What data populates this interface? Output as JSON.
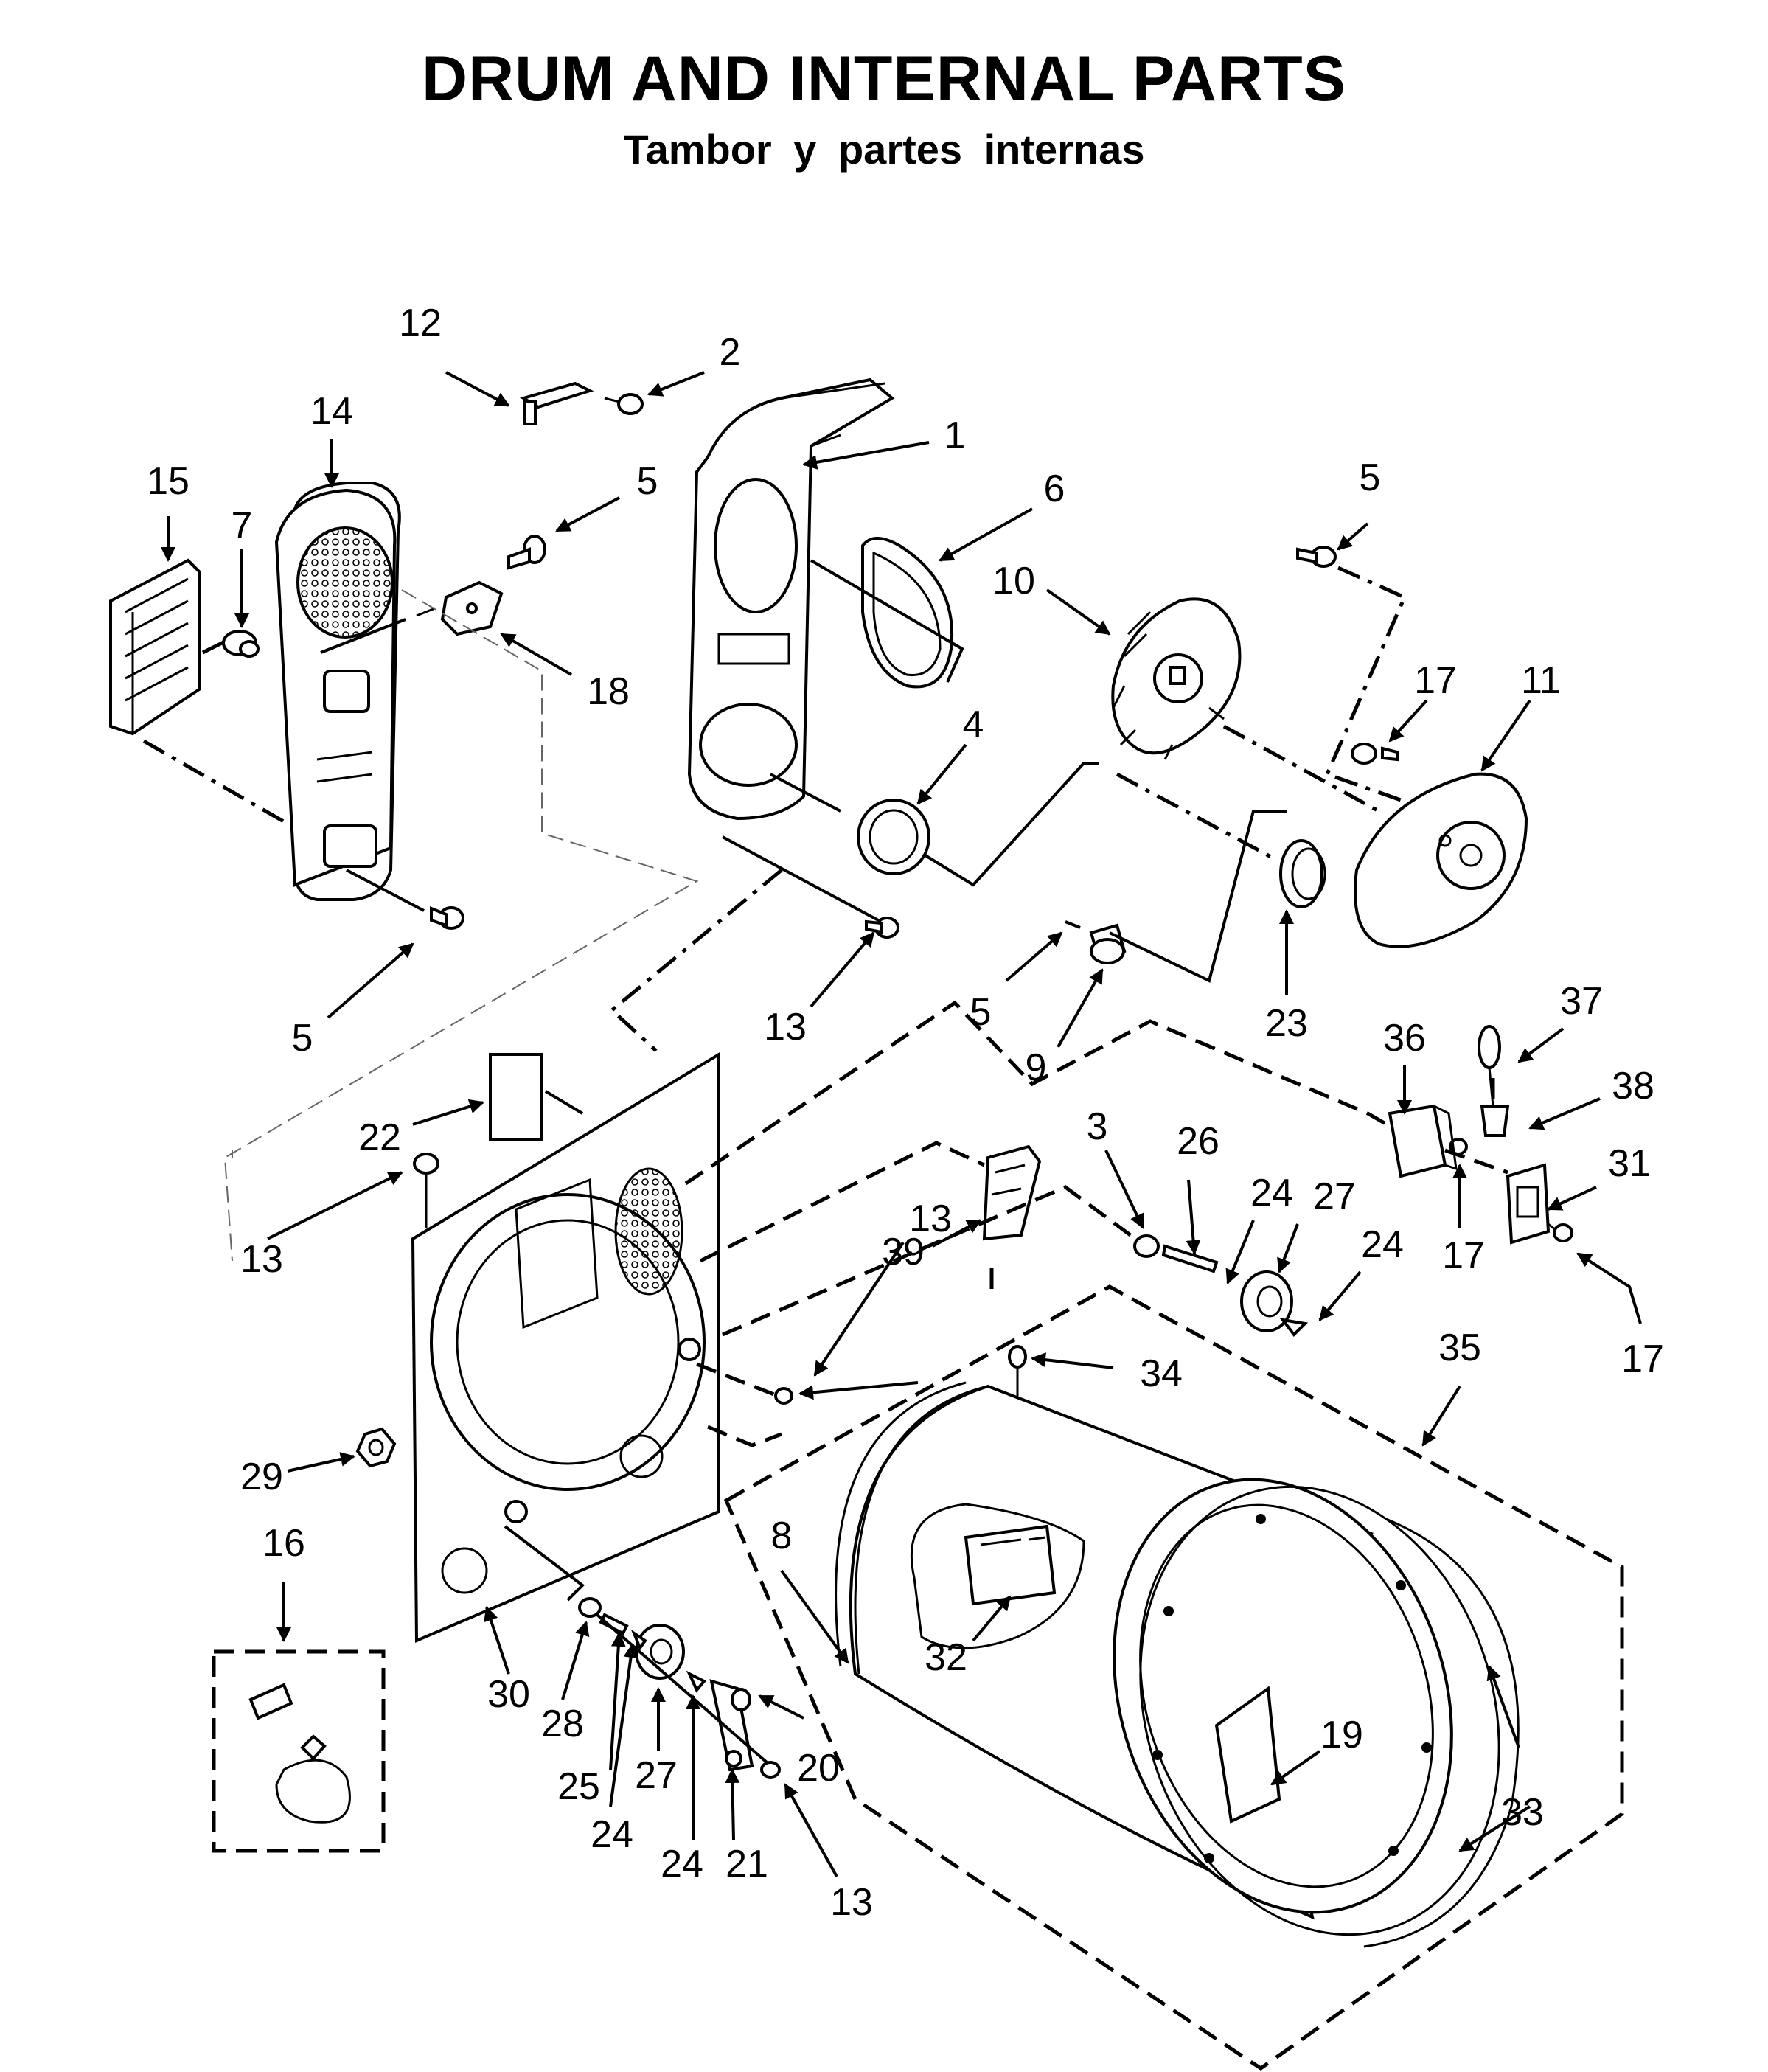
{
  "title": "DRUM AND INTERNAL PARTS",
  "subtitle": "Tambor y partes internas",
  "callouts": [
    {
      "id": "c-12",
      "label": "12"
    },
    {
      "id": "c-2",
      "label": "2"
    },
    {
      "id": "c-14",
      "label": "14"
    },
    {
      "id": "c-1",
      "label": "1"
    },
    {
      "id": "c-15",
      "label": "15"
    },
    {
      "id": "c-5a",
      "label": "5"
    },
    {
      "id": "c-6",
      "label": "6"
    },
    {
      "id": "c-5b",
      "label": "5"
    },
    {
      "id": "c-7",
      "label": "7"
    },
    {
      "id": "c-10",
      "label": "10"
    },
    {
      "id": "c-18",
      "label": "18"
    },
    {
      "id": "c-17a",
      "label": "17"
    },
    {
      "id": "c-11",
      "label": "11"
    },
    {
      "id": "c-4",
      "label": "4"
    },
    {
      "id": "c-5c",
      "label": "5"
    },
    {
      "id": "c-13a",
      "label": "13"
    },
    {
      "id": "c-5d",
      "label": "5"
    },
    {
      "id": "c-9",
      "label": "9"
    },
    {
      "id": "c-23",
      "label": "23"
    },
    {
      "id": "c-37",
      "label": "37"
    },
    {
      "id": "c-36",
      "label": "36"
    },
    {
      "id": "c-38",
      "label": "38"
    },
    {
      "id": "c-3",
      "label": "3"
    },
    {
      "id": "c-26",
      "label": "26"
    },
    {
      "id": "c-22",
      "label": "22"
    },
    {
      "id": "c-31",
      "label": "31"
    },
    {
      "id": "c-24a",
      "label": "24"
    },
    {
      "id": "c-27a",
      "label": "27"
    },
    {
      "id": "c-13b",
      "label": "13"
    },
    {
      "id": "c-39",
      "label": "39"
    },
    {
      "id": "c-17b",
      "label": "17"
    },
    {
      "id": "c-24b",
      "label": "24"
    },
    {
      "id": "c-35",
      "label": "35"
    },
    {
      "id": "c-17c",
      "label": "17"
    },
    {
      "id": "c-13c",
      "label": "13"
    },
    {
      "id": "c-34",
      "label": "34"
    },
    {
      "id": "c-29",
      "label": "29"
    },
    {
      "id": "c-16",
      "label": "16"
    },
    {
      "id": "c-8",
      "label": "8"
    },
    {
      "id": "c-30",
      "label": "30"
    },
    {
      "id": "c-32",
      "label": "32"
    },
    {
      "id": "c-19",
      "label": "19"
    },
    {
      "id": "c-28",
      "label": "28"
    },
    {
      "id": "c-20",
      "label": "20"
    },
    {
      "id": "c-25",
      "label": "25"
    },
    {
      "id": "c-27b",
      "label": "27"
    },
    {
      "id": "c-33",
      "label": "33"
    },
    {
      "id": "c-24c",
      "label": "24"
    },
    {
      "id": "c-24d",
      "label": "24"
    },
    {
      "id": "c-21",
      "label": "21"
    },
    {
      "id": "c-13d",
      "label": "13"
    }
  ]
}
